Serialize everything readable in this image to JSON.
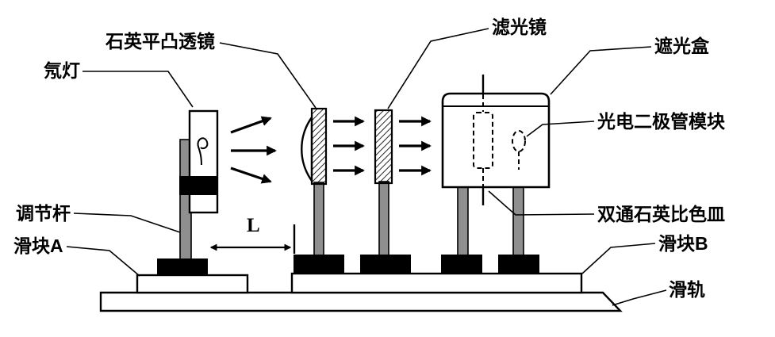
{
  "labels": {
    "neon_lamp": "氖灯",
    "quartz_plano_convex_lens": "石英平凸透镜",
    "optical_filter": "滤光镜",
    "shield_box": "遮光盒",
    "photodiode_module": "光电二极管模块",
    "double_pass_quartz_cuvette": "双通石英比色皿",
    "adjustment_rod": "调节杆",
    "slider_a": "滑块A",
    "slider_b": "滑块B",
    "slide_rail": "滑轨",
    "distance": "L"
  },
  "colors": {
    "stroke": "#000000",
    "post_fill": "#8f8f8f",
    "background": "#ffffff"
  }
}
